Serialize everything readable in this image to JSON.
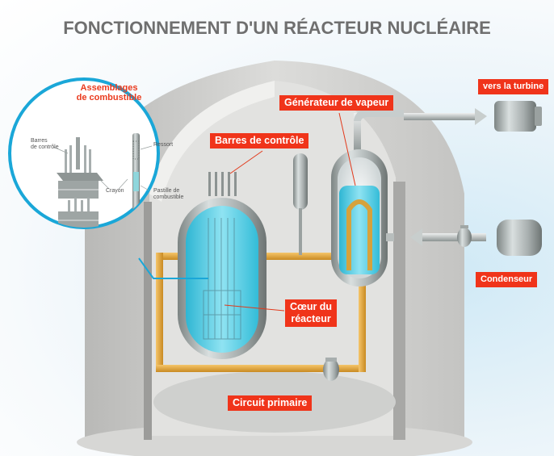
{
  "title": "FONCTIONNEMENT D'UN RÉACTEUR NUCLÉAIRE",
  "colors": {
    "label_bg": "#f0341a",
    "label_text": "#ffffff",
    "title_text": "#6f6f6f",
    "inset_ring": "#1aa7d8",
    "primary_circuit": "#e8a83a",
    "water": "#3ec6e0",
    "containment": "#d3d3d1"
  },
  "labels": {
    "generateur_vapeur": "Générateur de vapeur",
    "barres_controle": "Barres de contrôle",
    "coeur_line1": "Cœur du",
    "coeur_line2": "réacteur",
    "circuit_primaire": "Circuit primaire",
    "vers_turbine": "vers la turbine",
    "condenseur": "Condenseur"
  },
  "inset": {
    "title_line1": "Assemblages",
    "title_line2": "de combustible",
    "barres_line1": "Barres",
    "barres_line2": "de contrôle",
    "crayon": "Crayon",
    "ressort": "Ressort",
    "pastille_line1": "Pastille de",
    "pastille_line2": "combustible"
  },
  "icons": [
    "reactor-vessel-icon",
    "steam-generator-icon",
    "pressurizer-icon",
    "pump-icon",
    "turbine-icon",
    "condenser-icon",
    "valve-icon",
    "fuel-assembly-icon",
    "fuel-rod-icon"
  ]
}
